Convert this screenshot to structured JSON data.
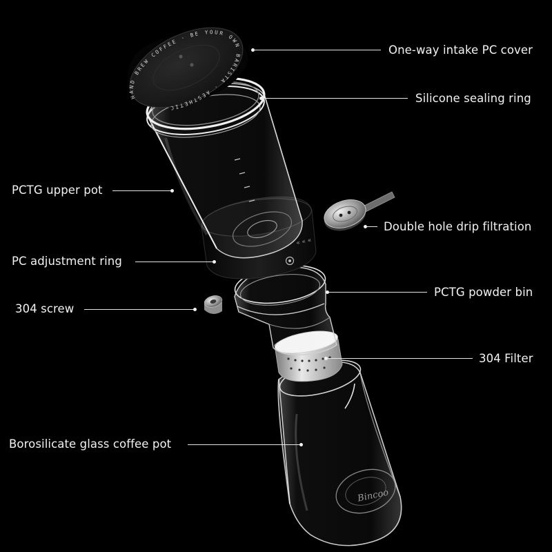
{
  "callouts": {
    "intake_cover": "One-way intake PC cover",
    "sealing_ring": "Silicone sealing ring",
    "upper_pot": "PCTG upper pot",
    "drip_filtration": "Double hole drip filtration",
    "adjustment_ring": "PC adjustment ring",
    "powder_bin": "PCTG powder bin",
    "screw": "304 screw",
    "filter": "304 Filter",
    "glass_pot": "Borosilicate glass coffee pot"
  },
  "cover_ring_text": "HAND BREW COFFEE · BE YOUR OWN BARISTA · AESTHETIC",
  "brand_mark": "Bincoo",
  "colors": {
    "background": "#000000",
    "label": "#f2f2f2",
    "cover": "#1c1c1c"
  }
}
